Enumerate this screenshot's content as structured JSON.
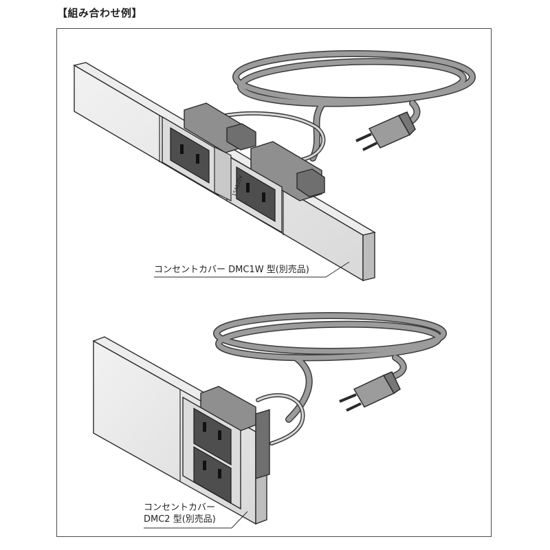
{
  "title": "【組み合わせ例】",
  "callouts": {
    "dmc1w": "コンセントカバー DMC1W 型(別売品)",
    "dmc2_line1": "コンセントカバー",
    "dmc2_line2": "DMC2 型(別売品)"
  },
  "outlet_rating": "15A125V",
  "icons": [
    "power-cord-icon",
    "plug-icon",
    "outlet-icon",
    "cover-plate-icon"
  ]
}
